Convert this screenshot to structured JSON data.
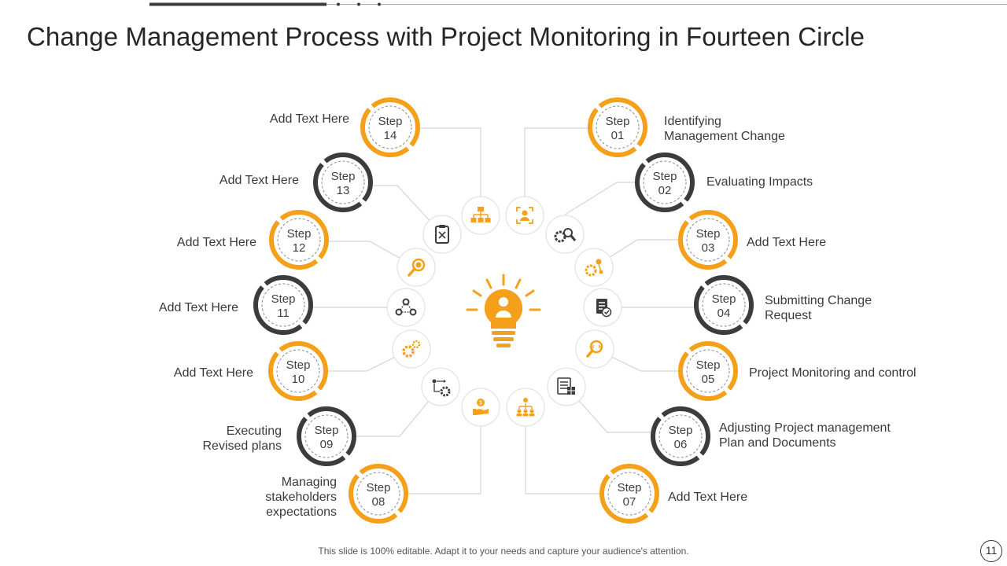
{
  "slide": {
    "title": "Change Management Process with Project Monitoring in Fourteen Circle",
    "footer_note": "This slide is 100% editable. Adapt it to your needs and capture your audience's attention.",
    "page_number": "11"
  },
  "colors": {
    "accent": "#F5A01A",
    "dark": "#3C3C3C",
    "line": "#D4D4D4",
    "node_border": "#E3E3E3"
  },
  "steps": [
    {
      "word": "Step",
      "num": "01",
      "ring": "accent",
      "text": [
        "Identifying",
        "Management Change"
      ],
      "icon": "user-focus-icon"
    },
    {
      "word": "Step",
      "num": "02",
      "ring": "dark",
      "text": [
        "Evaluating Impacts"
      ],
      "icon": "gear-search-icon"
    },
    {
      "word": "Step",
      "num": "03",
      "ring": "accent",
      "text": [
        "Add Text Here"
      ],
      "icon": "gear-network-icon"
    },
    {
      "word": "Step",
      "num": "04",
      "ring": "dark",
      "text": [
        "Submitting Change",
        "Request"
      ],
      "icon": "document-check-icon"
    },
    {
      "word": "Step",
      "num": "05",
      "ring": "accent",
      "text": [
        "Project Monitoring and control"
      ],
      "icon": "search-code-icon"
    },
    {
      "word": "Step",
      "num": "06",
      "ring": "dark",
      "text": [
        "Adjusting Project management",
        "Plan and Documents"
      ],
      "icon": "checklist-icon"
    },
    {
      "word": "Step",
      "num": "07",
      "ring": "accent",
      "text": [
        "Add Text Here"
      ],
      "icon": "team-hierarchy-icon"
    },
    {
      "word": "Step",
      "num": "08",
      "ring": "accent",
      "text": [
        "Managing",
        "stakeholders",
        "expectations"
      ],
      "icon": "hand-money-icon"
    },
    {
      "word": "Step",
      "num": "09",
      "ring": "dark",
      "text": [
        "Executing",
        "Revised plans"
      ],
      "icon": "process-gears-icon"
    },
    {
      "word": "Step",
      "num": "10",
      "ring": "accent",
      "text": [
        "Add Text Here"
      ],
      "icon": "gears-icon"
    },
    {
      "word": "Step",
      "num": "11",
      "ring": "dark",
      "text": [
        "Add Text Here"
      ],
      "icon": "network-icon"
    },
    {
      "word": "Step",
      "num": "12",
      "ring": "accent",
      "text": [
        "Add Text Here"
      ],
      "icon": "magnifier-icon"
    },
    {
      "word": "Step",
      "num": "13",
      "ring": "dark",
      "text": [
        "Add Text Here"
      ],
      "icon": "clipboard-icon"
    },
    {
      "word": "Step",
      "num": "14",
      "ring": "accent",
      "text": [
        "Add Text Here"
      ],
      "icon": "org-chart-icon"
    }
  ],
  "center": {
    "icon": "lightbulb-icon"
  }
}
